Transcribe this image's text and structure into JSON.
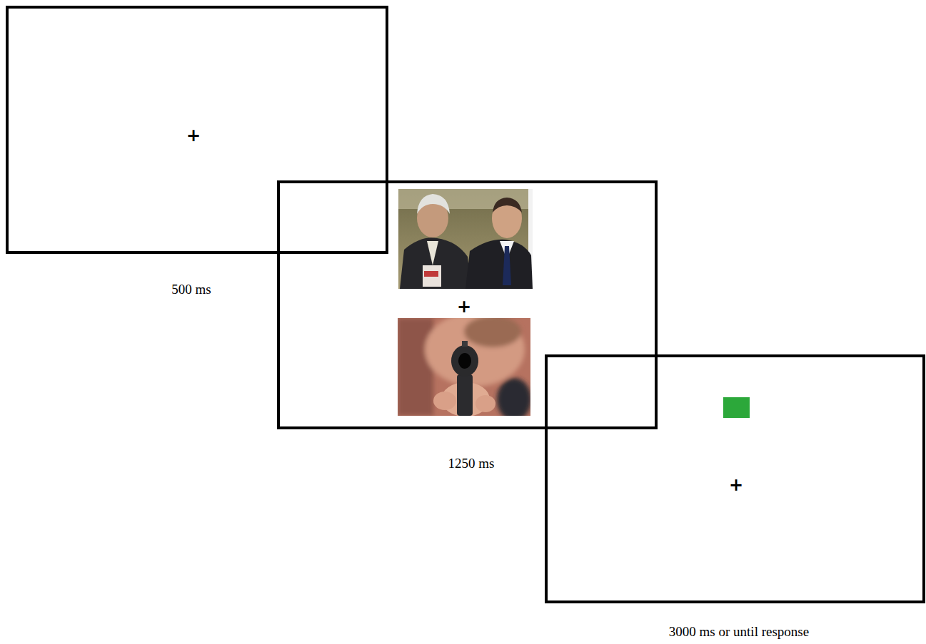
{
  "diagram": {
    "nodes": [
      {
        "text": [
          "+",
          "500 ms"
        ]
      },
      {
        "text": [
          "+",
          "1250 ms"
        ]
      },
      {
        "text": [
          "+",
          "3000 ms or until response"
        ]
      }
    ]
  }
}
